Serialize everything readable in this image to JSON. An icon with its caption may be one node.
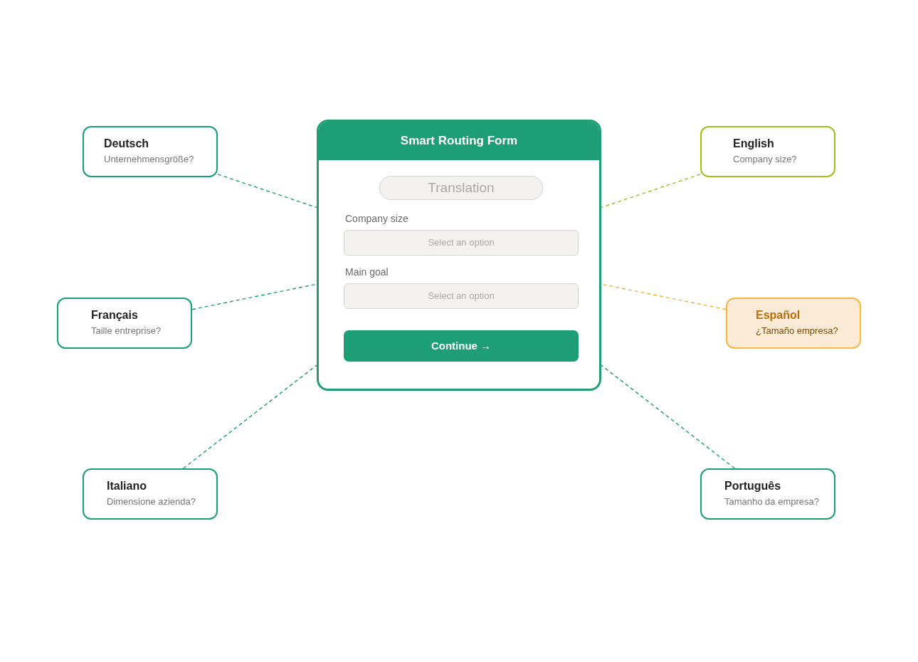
{
  "diagram": {
    "nodes": [
      {
        "text": [
          "Smart Routing Form"
        ]
      },
      {
        "text": [
          "Translation"
        ],
        "in": 0
      },
      {
        "text": [
          "Company size",
          "Select an option"
        ],
        "in": 0
      },
      {
        "text": [
          "Main goal",
          "Select an option"
        ],
        "in": 0
      },
      {
        "text": [
          "Continue →"
        ],
        "in": 0
      },
      {
        "text": [
          "Deutsch",
          "Unternehmensgröße?"
        ]
      },
      {
        "text": [
          "English",
          "Company size?"
        ]
      },
      {
        "text": [
          "Français",
          "Taille entreprise?"
        ]
      },
      {
        "text": [
          "Español",
          "¿Tamaño empresa?"
        ]
      },
      {
        "text": [
          "Italiano",
          "Dimensione azienda?"
        ]
      },
      {
        "text": [
          "Português",
          "Tamanho da empresa?"
        ]
      }
    ],
    "edges": [
      {
        "from": 5,
        "to": 0,
        "arrow": "none",
        "style": "dashed"
      },
      {
        "from": 6,
        "to": 0,
        "arrow": "none",
        "style": "dashed",
        "color": "#9dbf1f"
      },
      {
        "from": 7,
        "to": 0,
        "arrow": "none",
        "style": "dashed"
      },
      {
        "from": 8,
        "to": 0,
        "arrow": "none",
        "style": "dashed",
        "color": "#f0b23a"
      },
      {
        "from": 9,
        "to": 0,
        "arrow": "none",
        "style": "dashed"
      },
      {
        "from": 10,
        "to": 0,
        "arrow": "none",
        "style": "dashed"
      }
    ]
  }
}
